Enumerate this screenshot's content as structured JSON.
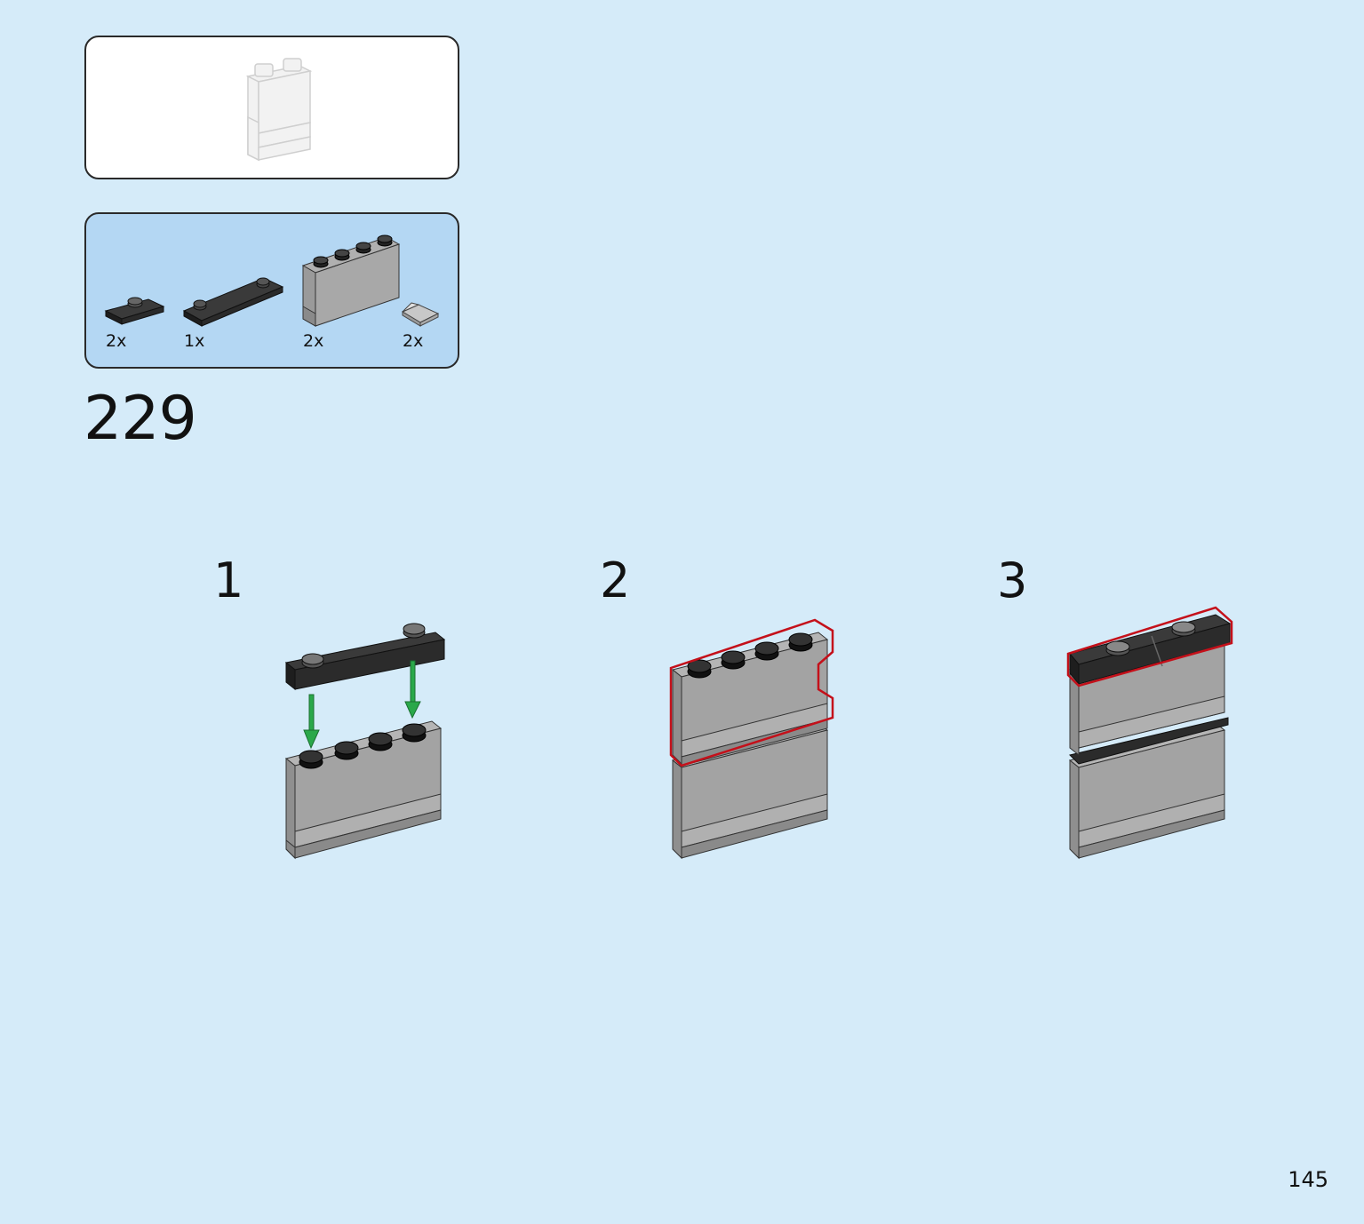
{
  "step": {
    "number": "229"
  },
  "parts": [
    {
      "name": "plate-1x2-jumper-black",
      "count": "2x"
    },
    {
      "name": "plate-1x4-2-studs-black",
      "count": "1x"
    },
    {
      "name": "panel-1x4x3-grey",
      "count": "2x"
    },
    {
      "name": "slope-cheese-grey",
      "count": "2x"
    }
  ],
  "substeps": [
    {
      "label": "1"
    },
    {
      "label": "2"
    },
    {
      "label": "3"
    }
  ],
  "page": {
    "number": "145"
  },
  "colors": {
    "background": "#d5ebf9",
    "parts_panel": "#b4d7f3",
    "brick_grey": "#9c9c9c",
    "brick_black": "#2b2b2b",
    "highlight_red": "#c4101a",
    "arrow_green": "#2aa84a"
  }
}
